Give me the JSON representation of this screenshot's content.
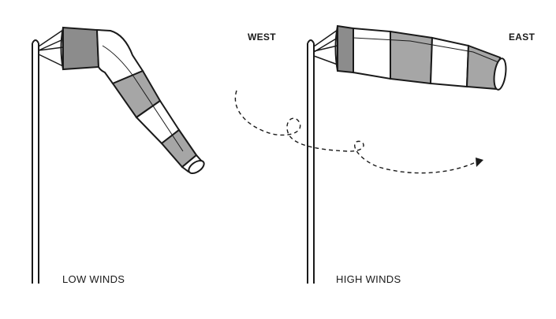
{
  "diagram": {
    "labels": {
      "low_winds": "LOW WINDS",
      "high_winds": "HIGH WINDS",
      "west": "WEST",
      "east": "EAST"
    },
    "colors": {
      "stroke": "#1a1a1a",
      "stripe_gray": "#a6a6a6",
      "stripe_white": "#ffffff",
      "collar": "#8c8c8c"
    },
    "icons": {
      "low_wind_sock": "windsock-drooping-icon",
      "high_wind_sock": "windsock-extended-icon",
      "wind_path": "dashed-wind-arrow-icon"
    }
  }
}
